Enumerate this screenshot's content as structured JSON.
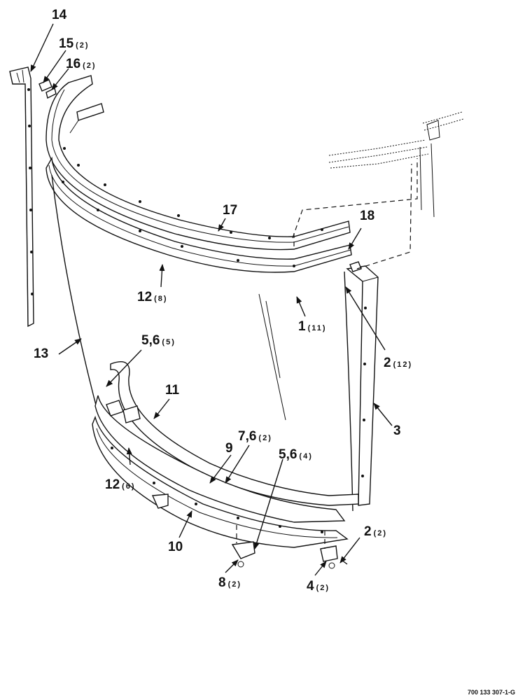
{
  "callouts": [
    {
      "id": "c14",
      "num": "14",
      "qty": ""
    },
    {
      "id": "c15",
      "num": "15",
      "qty": "(2)"
    },
    {
      "id": "c16",
      "num": "16",
      "qty": "(2)"
    },
    {
      "id": "c17",
      "num": "17",
      "qty": ""
    },
    {
      "id": "c18",
      "num": "18",
      "qty": ""
    },
    {
      "id": "c12a",
      "num": "12",
      "qty": "(8)"
    },
    {
      "id": "c1",
      "num": "1",
      "qty": "(11)"
    },
    {
      "id": "c13",
      "num": "13",
      "qty": ""
    },
    {
      "id": "c56a",
      "num": "5,6",
      "qty": "(5)"
    },
    {
      "id": "c2a",
      "num": "2",
      "qty": "(12)"
    },
    {
      "id": "c11",
      "num": "11",
      "qty": ""
    },
    {
      "id": "c3",
      "num": "3",
      "qty": ""
    },
    {
      "id": "c76",
      "num": "7,6",
      "qty": "(2)"
    },
    {
      "id": "c9",
      "num": "9",
      "qty": ""
    },
    {
      "id": "c56b",
      "num": "5,6",
      "qty": "(4)"
    },
    {
      "id": "c12b",
      "num": "12",
      "qty": "(6)"
    },
    {
      "id": "c10",
      "num": "10",
      "qty": ""
    },
    {
      "id": "c2b",
      "num": "2",
      "qty": "(2)"
    },
    {
      "id": "c8",
      "num": "8",
      "qty": "(2)"
    },
    {
      "id": "c4",
      "num": "4",
      "qty": "(2)"
    }
  ],
  "drawing_code": "700 133 307-1-G"
}
